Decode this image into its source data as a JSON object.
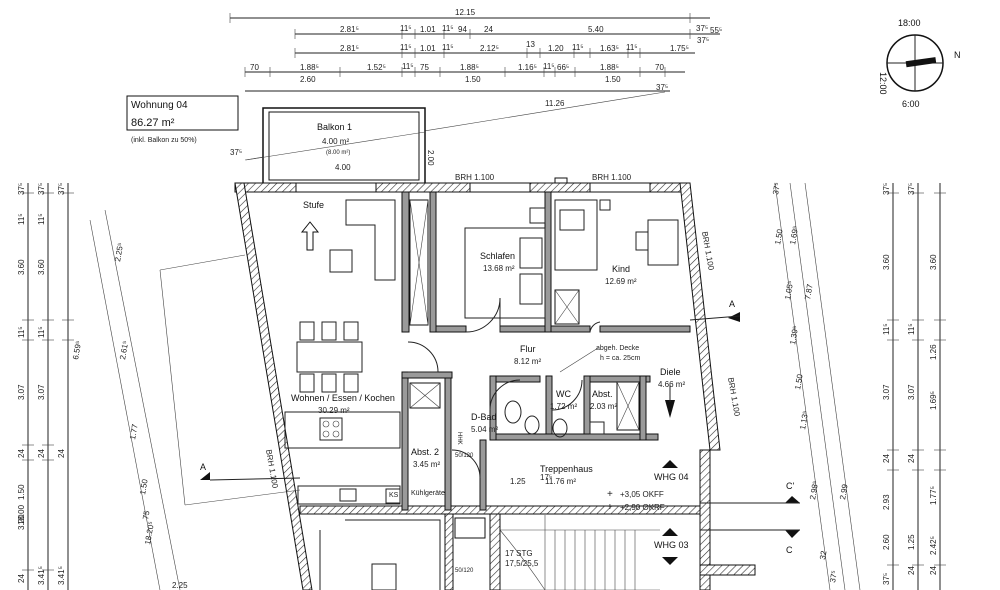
{
  "unit_box": {
    "title": "Wohnung 04",
    "area": "86.27 m²",
    "note": "(inkl. Balkon zu 50%)"
  },
  "compass": {
    "top": "18:00",
    "left": "12:00",
    "bottom": "6:00",
    "right": "N"
  },
  "top_dims": {
    "row1": [
      "12.15",
      "37⁵"
    ],
    "row2": [
      "2.81⁵",
      "11⁵",
      "1.01",
      "11⁵",
      "94",
      "24",
      "5.40",
      "37⁵",
      "55⁵"
    ],
    "row3": [
      "2.81⁵",
      "11⁵",
      "1.01",
      "11⁵",
      "2.12⁵",
      "13",
      "1.20",
      "11⁵",
      "1.63⁵",
      "11⁵",
      "1.75⁵"
    ],
    "row4": [
      "70",
      "1.88⁵",
      "1.52⁵",
      "11⁵",
      "75",
      "1.88⁵",
      "1.16⁵",
      "11⁵",
      "66⁵",
      "1.88⁵",
      "70"
    ],
    "row5": [
      "2.60",
      "1.50",
      "1.50"
    ],
    "balcony_width": "11.26",
    "balcony_offset": "37⁵"
  },
  "rooms": [
    {
      "name": "Balkon 1",
      "area": "4.00 m²",
      "sub": "(8.00 m²)"
    },
    {
      "name": "Schlafen",
      "area": "13.68 m²"
    },
    {
      "name": "Kind",
      "area": "12.69 m²"
    },
    {
      "name": "Flur",
      "area": "8.12 m²"
    },
    {
      "name": "Diele",
      "area": "4.66 m²"
    },
    {
      "name": "WC",
      "area": "1.72 m²"
    },
    {
      "name": "Abst.",
      "area": "2.03 m²"
    },
    {
      "name": "D-Bad",
      "area": "5.04 m²"
    },
    {
      "name": "Wohnen / Essen / Kochen",
      "area": "30.29 m²"
    },
    {
      "name": "Abst. 2",
      "area": "3.45 m²"
    },
    {
      "name": "Treppenhaus",
      "area": "11.76 m²"
    }
  ],
  "annotations": {
    "stufe": "Stufe",
    "brh_top_left": "BRH 1.100",
    "brh_top_right": "BRH 1.100",
    "brh_right": "BRH 1.100",
    "brh_right2": "BRH 1.100",
    "brh_left": "BRH 1.100",
    "balkon_w": "4.00",
    "balkon_h": "2.00",
    "abgeh": "abgeh. Decke",
    "abgeh2": "h = ca. 25cm",
    "okff": "+3,05 OKFF",
    "okrf": "+2,90 OKRF",
    "whg04": "WHG 04",
    "whg03": "WHG 03",
    "stg": "17 STG",
    "stg2": "17,5/25,5",
    "ks": "KS",
    "kuehl": "Kühlgeräte",
    "dim_125": "1.25",
    "dim_17": "17⁵",
    "hhk": "HHK",
    "sect_a": "A",
    "sect_c": "C",
    "sect_c2": "C'",
    "box1": "50/120",
    "box2": "50/120"
  },
  "left_dims": [
    "37⁵",
    "11⁵",
    "3.60",
    "11⁵",
    "3.07",
    "24",
    "1.50",
    "3.20",
    "24",
    "37⁵",
    "11⁵",
    "3.60",
    "11⁵",
    "3.07",
    "24",
    "3.41⁵",
    "18.00",
    "37⁵",
    "24",
    "3.41⁵"
  ],
  "left_diag_dims": [
    "2.25⁵",
    "2.61⁵",
    "1.77",
    "1.50",
    "75",
    "18.20⁵",
    "2.25",
    "6.59⁵"
  ],
  "right_dims": [
    "37⁵",
    "1.50",
    "1.69⁵",
    "1.05⁵",
    "1.39⁵",
    "1.50",
    "1.13⁵",
    "2.98⁵",
    "32",
    "7.87",
    "2.99",
    "37⁵"
  ],
  "far_right_dims": [
    "37⁵",
    "37⁵",
    "3.60",
    "3.60",
    "11⁵",
    "11⁵",
    "1.26",
    "3.07",
    "3.07",
    "1.69⁵",
    "24",
    "24",
    "2.93",
    "1.77⁵",
    "1.25",
    "2.60",
    "24",
    "24",
    "37⁵",
    "2.42⁵"
  ]
}
